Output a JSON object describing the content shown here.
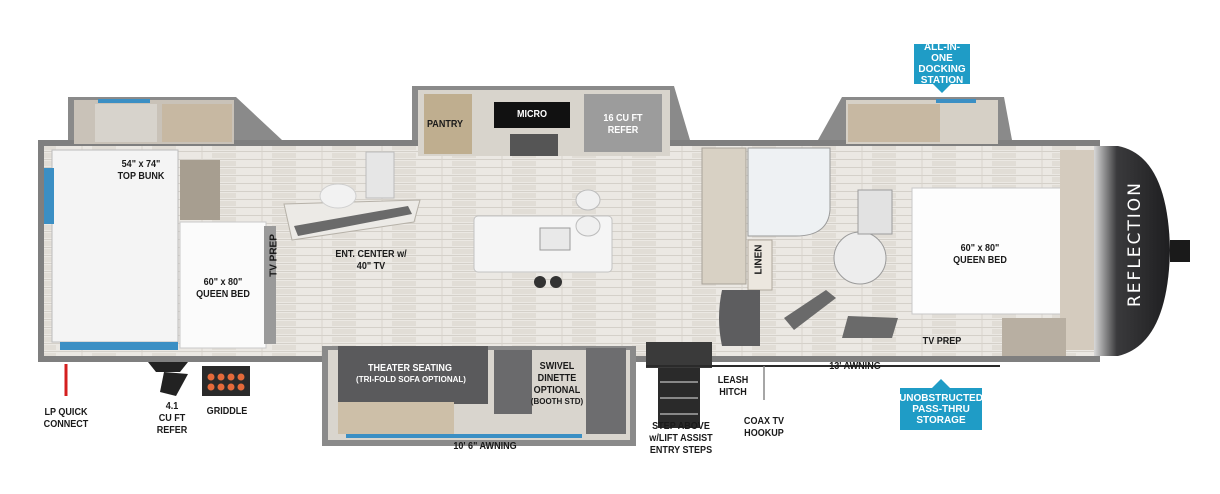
{
  "labels": {
    "top_bunk": "54\" x 74\"\nTOP BUNK",
    "rear_bed": "60\" x 80\"\nQUEEN BED",
    "rear_tv_prep": "TV PREP",
    "ent_center": "ENT. CENTER w/\n40\" TV",
    "pantry": "PANTRY",
    "micro": "MICRO",
    "refer_main": "16 CU FT\nREFER",
    "linen": "LINEN",
    "front_bed": "60\" x 80\"\nQUEEN BED",
    "front_tv_prep": "TV PREP",
    "theater_title": "THEATER SEATING",
    "theater_sub": "(TRI-FOLD SOFA OPTIONAL)",
    "dinette": "SWIVEL\nDINETTE\nOPTIONAL",
    "dinette_sub": "(BOOTH STD)",
    "awning_front": "13' AWNING",
    "awning_slide": "10' 6\" AWNING",
    "lp_quick_connect": "LP QUICK\nCONNECT",
    "outdoor_refer": "4.1\nCU FT\nREFER",
    "griddle": "GRIDDLE",
    "entry_steps": "STEP ABOVE\nw/LIFT ASSIST\nENTRY STEPS",
    "leash_hitch": "LEASH\nHITCH",
    "coax": "COAX TV\nHOOKUP",
    "brand": "REFLECTION"
  },
  "callouts": {
    "docking_station": "ALL-IN-ONE\nDOCKING\nSTATION",
    "pass_thru": "UNOBSTRUCTED\nPASS-THRU\nSTORAGE"
  },
  "colors": {
    "wall": "#8c8c8c",
    "floor": "#e9e6e1",
    "accent": "#1f9cc6"
  }
}
